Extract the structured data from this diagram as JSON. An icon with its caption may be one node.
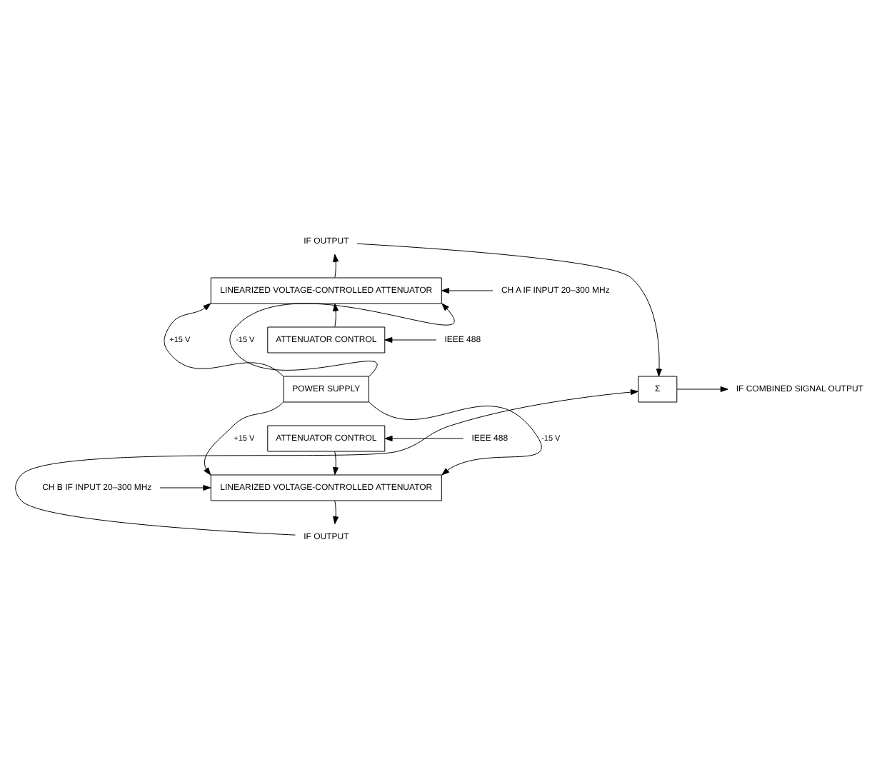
{
  "diagram": {
    "nodes": [
      {
        "text": [
          "IF OUTPUT"
        ]
      },
      {
        "text": [
          "CH A IF INPUT 20–300 MHz"
        ]
      },
      {
        "text": [
          "LINEARIZED VOLTAGE-CONTROLLED ATTENUATOR"
        ]
      },
      {
        "text": [
          "IEEE 488"
        ]
      },
      {
        "text": [
          "ATTENUATOR CONTROL"
        ]
      },
      {
        "text": [
          "POWER SUPPLY"
        ]
      },
      {
        "text": [
          "Σ"
        ]
      },
      {
        "text": [
          "IF COMBINED SIGNAL OUTPUT"
        ]
      },
      {
        "text": [
          "ATTENUATOR CONTROL"
        ]
      },
      {
        "text": [
          "IEEE 488"
        ]
      },
      {
        "text": [
          "CH B IF INPUT 20–300 MHz"
        ]
      },
      {
        "text": [
          "LINEARIZED VOLTAGE-CONTROLLED ATTENUATOR"
        ]
      },
      {
        "text": [
          "IF OUTPUT"
        ]
      }
    ],
    "edges": [
      {
        "from": 1,
        "to": 2,
        "arrow": "to"
      },
      {
        "from": 2,
        "to": 0,
        "arrow": "to"
      },
      {
        "from": 0,
        "to": 6,
        "arrow": "to"
      },
      {
        "from": 3,
        "to": 4,
        "arrow": "to"
      },
      {
        "from": 4,
        "to": 2,
        "arrow": "to"
      },
      {
        "from": 5,
        "to": 2,
        "label": "+15 V",
        "arrow": "to"
      },
      {
        "from": 5,
        "to": 2,
        "label": "-15 V",
        "arrow": "to"
      },
      {
        "from": 5,
        "to": 11,
        "label": "+15 V",
        "arrow": "to"
      },
      {
        "from": 5,
        "to": 11,
        "label": "-15 V",
        "arrow": "to"
      },
      {
        "from": 9,
        "to": 8,
        "arrow": "to"
      },
      {
        "from": 8,
        "to": 11,
        "arrow": "to"
      },
      {
        "from": 10,
        "to": 11,
        "arrow": "to"
      },
      {
        "from": 11,
        "to": 12,
        "arrow": "to"
      },
      {
        "from": 12,
        "to": 6,
        "arrow": "to"
      },
      {
        "from": 6,
        "to": 7,
        "arrow": "to"
      }
    ]
  }
}
